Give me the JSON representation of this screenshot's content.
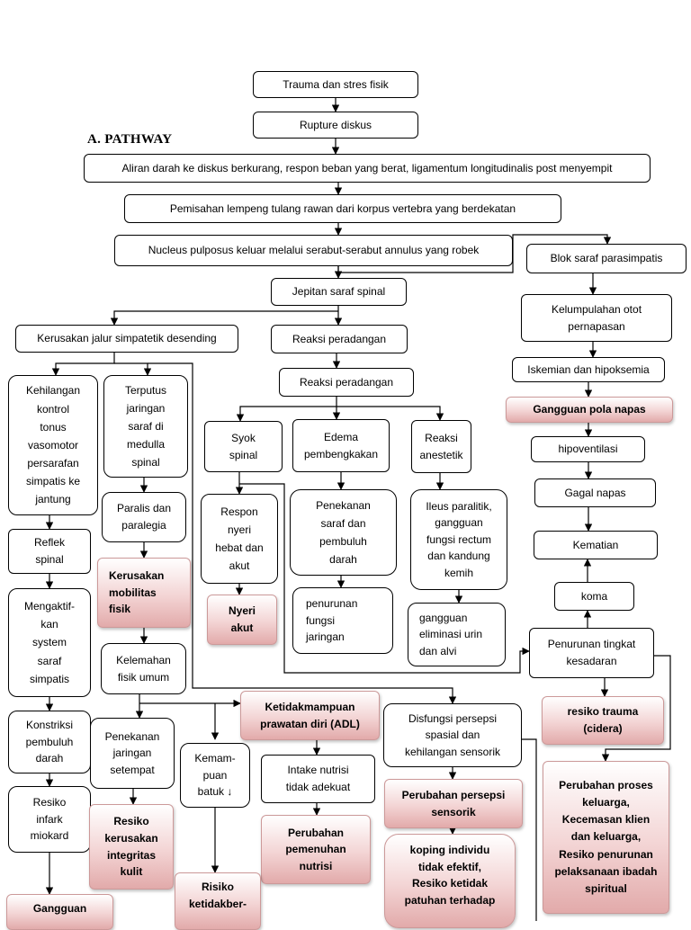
{
  "heading": "A.  PATHWAY",
  "nodes": {
    "trauma": "Trauma dan stres fisik",
    "rupture": "Rupture diskus",
    "aliran": "Aliran darah ke diskus berkurang, respon beban yang berat, ligamentum longitudinalis post menyempit",
    "pemisahan": "Pemisahan lempeng tulang rawan dari korpus vertebra yang berdekatan",
    "nucleus": "Nucleus pulposus keluar melalui serabut-serabut annulus yang robek",
    "jepitan": "Jepitan saraf spinal",
    "blok": "Blok saraf parasimpatis",
    "kelumpulahan": "Kelumpulahan otot\npernapasan",
    "iskemian": "Iskemian dan hipoksemia",
    "gangguan_pola": "Gangguan pola napas",
    "hipoventilasi": "hipoventilasi",
    "gagal": "Gagal napas",
    "kematian": "Kematian",
    "koma": "koma",
    "penurunan_kesadaran": "Penurunan tingkat\nkesadaran",
    "resiko_trauma": "resiko trauma\n(cidera)",
    "perubahan_proses": "Perubahan proses\nkeluarga,\nKecemasan klien\ndan keluarga,\nResiko penurunan\npelaksanaan ibadah\nspiritual",
    "kerusakan_jalur": "Kerusakan jalur simpatetik desending",
    "reaksi1": "Reaksi peradangan",
    "reaksi2": "Reaksi peradangan",
    "kehilangan": "Kehilangan\nkontrol\ntonus\nvasomotor\npersarafan\nsimpatis ke\njantung",
    "terputus": "Terputus\njaringan\nsaraf di\nmedulla\nspinal",
    "paralis": "Paralis dan\nparalegia",
    "kerusakan_mobilitas": "Kerusakan\nmobilitas\nfisik",
    "kelemahan": "Kelemahan\nfisik umum",
    "reflek": "Reflek\nspinal",
    "mengaktif": "Mengaktif-\nkan\nsystem\nsaraf\nsimpatis",
    "konstriksi": "Konstriksi\npembuluh\ndarah",
    "resiko_infark": "Resiko\ninfark\nmiokard",
    "gangguan_bottom": "Gangguan",
    "syok": "Syok\nspinal",
    "edema": "Edema\npembengkakan",
    "reaksi_anestetik": "Reaksi\nanestetik",
    "respon": "Respon\nnyeri\nhebat dan\nakut",
    "nyeri": "Nyeri\nakut",
    "penekanan_saraf": "Penekanan\nsaraf dan\npembuluh\ndarah",
    "penurunan_fungsi": "penurunan\nfungsi\njaringan",
    "ileus": "Ileus paralitik,\ngangguan\nfungsi rectum\ndan kandung\nkemih",
    "gangguan_eliminasi": "gangguan\neliminasi urin\ndan alvi",
    "ketidakmampuan": "Ketidakmampuan\nprawatan diri (ADL)",
    "intake": "Intake nutrisi\ntidak adekuat",
    "perubahan_pemenuhan": "Perubahan\npemenuhan\nnutrisi",
    "disfungsi": "Disfungsi persepsi\nspasial dan\nkehilangan sensorik",
    "perubahan_persepsi": "Perubahan persepsi\nsensorik",
    "koping": "koping individu\ntidak efektif,\nResiko ketidak\npatuhan terhadap",
    "penekanan_jaringan": "Penekanan\njaringan\nsetempat",
    "resiko_kerusakan": "Resiko\nkerusakan\nintegritas\nkulit",
    "kemampuan": "Kemam-\npuan\nbatuk ↓",
    "risiko_ketidakber": "Risiko\nketidakber-"
  }
}
